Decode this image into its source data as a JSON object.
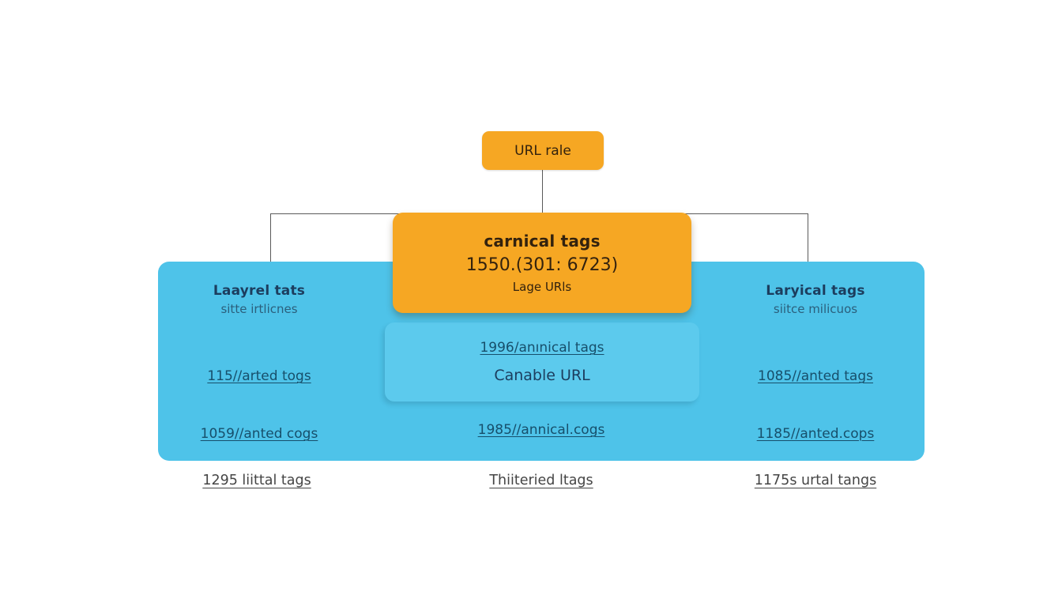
{
  "colors": {
    "orange": "#f6a723",
    "blue": "#4ec3e9",
    "inner-blue": "#5ccaed",
    "node-text": "#33220e",
    "heading": "#1c3d5e",
    "subheading": "#2b5f7c",
    "link": "#174f6b",
    "footer-link": "#454545",
    "line": "#5a5a5a"
  },
  "root_node": {
    "label": "URL rale"
  },
  "main_node": {
    "title": "carnical tags",
    "value": "1550.(301: 6723)",
    "subtitle": "Lage URls"
  },
  "center": {
    "panel_link": "1996/anınical tags",
    "panel_label": "Canable URL",
    "link": "1985//annical.cogs",
    "footer_link": "Thiiteried ltags"
  },
  "left": {
    "title": "Laayrel tats",
    "subtitle": "sitte irtlicnes",
    "links": [
      "115//arted togs",
      "1059//anted cogs"
    ],
    "footer_link": "1295 liittal tags"
  },
  "right": {
    "title": "Laryical tags",
    "subtitle": "siitce milicuos",
    "links": [
      "1085//anted tags",
      "1185//anted.cops"
    ],
    "footer_link": "1175s urtal tangs"
  }
}
